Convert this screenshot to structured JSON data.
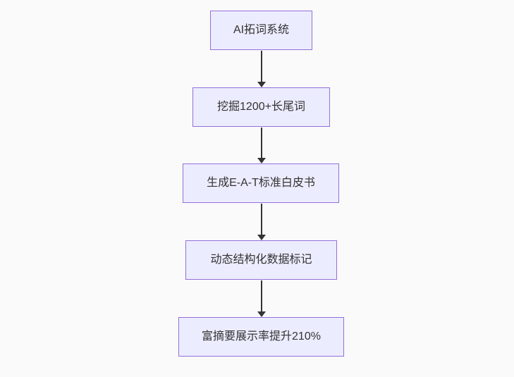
{
  "diagram": {
    "type": "flowchart",
    "direction": "top-down",
    "colors": {
      "background": "#fafafa",
      "node_fill": "#ececff",
      "node_border": "#9370db",
      "text": "#333333",
      "arrow": "#333333"
    },
    "nodes": [
      {
        "id": "A",
        "label": "AI拓词系统"
      },
      {
        "id": "B",
        "label": "挖掘1200+长尾词"
      },
      {
        "id": "C",
        "label": "生成E-A-T标准白皮书"
      },
      {
        "id": "D",
        "label": "动态结构化数据标记"
      },
      {
        "id": "E",
        "label": "富摘要展示率提升210%"
      }
    ],
    "edges": [
      {
        "from": "A",
        "to": "B"
      },
      {
        "from": "B",
        "to": "C"
      },
      {
        "from": "C",
        "to": "D"
      },
      {
        "from": "D",
        "to": "E"
      }
    ]
  }
}
